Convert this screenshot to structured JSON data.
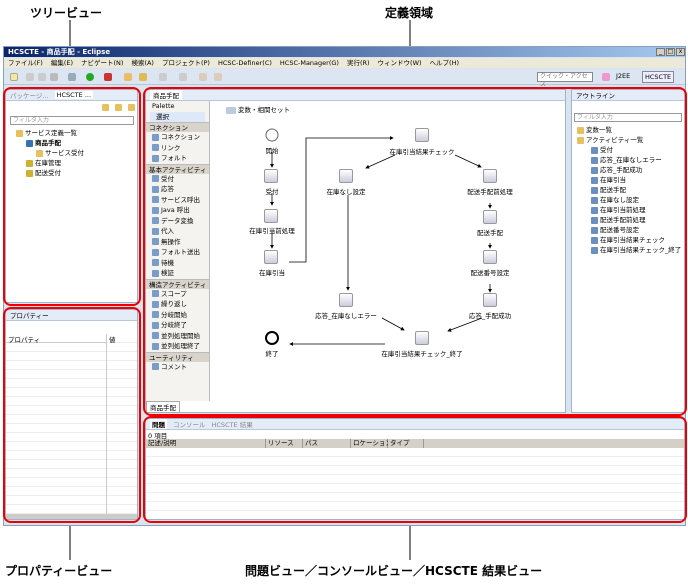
{
  "callouts": {
    "tree_view": "ツリービュー",
    "definition_area": "定義領域",
    "property_view": "プロパティービュー",
    "bottom_views": "問題ビュー／コンソールビュー／HCSCTE 結果ビュー"
  },
  "window": {
    "title": "HCSCTE - 商品手配 - Eclipse",
    "min": "_",
    "max": "□",
    "close": "x"
  },
  "menu": [
    "ファイル(F)",
    "編集(E)",
    "ナビゲート(N)",
    "検索(A)",
    "プロジェクト(P)",
    "HCSC-Definer(C)",
    "HCSC-Manager(G)",
    "実行(R)",
    "ウィンドウ(W)",
    "ヘルプ(H)"
  ],
  "toolbar": {
    "quick_access": "クイック・アクセス",
    "perspectives": [
      "J2EE",
      "HCSCTE"
    ]
  },
  "tree_panel": {
    "tabs": [
      "パッケージ...",
      "HCSCTE ..."
    ],
    "filter_placeholder": "フィルタ入力",
    "items": [
      "サービス定義一覧",
      "商品手配",
      "サービス受付",
      "在庫管理",
      "配送受付"
    ]
  },
  "properties": {
    "tab": "プロパティー",
    "columns": [
      "プロパティ",
      "値"
    ]
  },
  "editor": {
    "tab": "商品手配",
    "bottom_tab": "商品手配",
    "variable_set": "変数・相関セット",
    "palette": {
      "title": "Palette",
      "select": "選択",
      "groups": [
        {
          "name": "コネクション",
          "items": [
            "コネクション",
            "リンク",
            "フォルト"
          ]
        },
        {
          "name": "基本アクティビティ",
          "items": [
            "受付",
            "応答",
            "サービス呼出",
            "Java 呼出",
            "データ変換",
            "代入",
            "無操作",
            "フォルト送出",
            "待機",
            "検証"
          ]
        },
        {
          "name": "構造アクティビティ",
          "items": [
            "スコープ",
            "繰り返し",
            "分岐開始",
            "分岐終了",
            "並列処理開始",
            "並列処理終了"
          ]
        },
        {
          "name": "ユーティリティ",
          "items": [
            "コメント"
          ]
        }
      ]
    },
    "nodes": {
      "start": "開始",
      "receive": "受付",
      "pre": "在庫引当前処理",
      "alloc": "在庫引当",
      "check": "在庫引当結果チェック",
      "none": "在庫なし設定",
      "shipPre": "配送手配前処理",
      "ship": "配送手配",
      "shipNo": "配送番号設定",
      "respErr": "応答_在庫なしエラー",
      "respOk": "応答_手配成功",
      "checkEnd": "在庫引当結果チェック_終了",
      "end": "終了"
    }
  },
  "outline": {
    "tab": "アウトライン",
    "filter_placeholder": "フィルタ入力",
    "items": [
      "変数一覧",
      "アクティビティ一覧",
      "受付",
      "応答_在庫なしエラー",
      "応答_手配成功",
      "在庫引当",
      "配送手配",
      "在庫なし設定",
      "在庫引当前処理",
      "配送手配前処理",
      "配送番号設定",
      "在庫引当結果チェック",
      "在庫引当結果チェック_終了"
    ]
  },
  "problems": {
    "tabs": [
      "問題",
      "コンソール",
      "HCSCTE 結果"
    ],
    "count": "0 項目",
    "columns": [
      "記述/説明",
      "リソース",
      "パス",
      "ロケーション",
      "タイプ"
    ]
  },
  "colors": {
    "highlight": "#e00000",
    "window_bg": "#d9e4f1"
  }
}
